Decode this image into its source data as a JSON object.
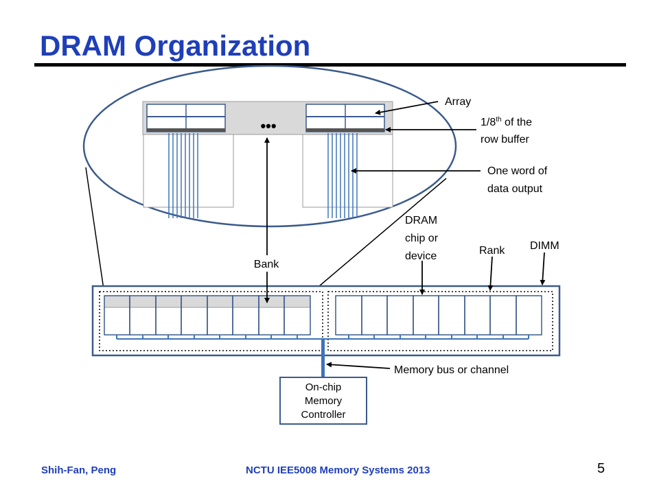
{
  "title": "DRAM Organization",
  "labels": {
    "array": "Array",
    "row_buffer_line1_prefix": "1/8",
    "row_buffer_line1_sup": "th",
    "row_buffer_line1_suffix": " of the",
    "row_buffer_line2": "row buffer",
    "word_line1": "One word of",
    "word_line2": "data output",
    "dram_line1": "DRAM",
    "dram_line2": "chip or",
    "dram_line3": "device",
    "rank": "Rank",
    "dimm": "DIMM",
    "bank": "Bank",
    "bus": "Memory bus or channel",
    "ctrl_line1": "On-chip",
    "ctrl_line2": "Memory",
    "ctrl_line3": "Controller",
    "ellipsis": "•••"
  },
  "footer": {
    "author": "Shih-Fan, Peng",
    "course": "NCTU IEE5008 Memory Systems 2013",
    "page": "5"
  },
  "colors": {
    "title": "#1f3fb8",
    "outline": "#3b5a8c",
    "bus": "#3d74b8",
    "data_lines": "#3d74b8",
    "bank_fill": "#d9d9d9"
  }
}
